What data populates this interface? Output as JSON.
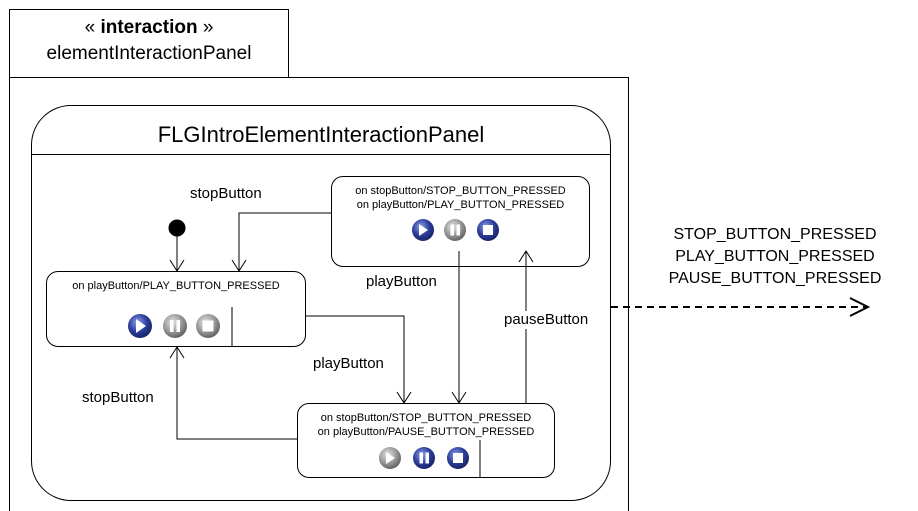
{
  "interface": {
    "stereotype_prefix": "« ",
    "stereotype_keyword": "interaction",
    "stereotype_suffix": " »",
    "name": "elementInteractionPanel"
  },
  "state_machine": {
    "title": "FLGIntroElementInteractionPanel"
  },
  "states": {
    "idle": {
      "actions": [
        "on playButton/PLAY_BUTTON_PRESSED"
      ],
      "buttons": [
        "play-icon",
        "pause-icon",
        "stop-icon"
      ]
    },
    "playing": {
      "actions": [
        "on stopButton/STOP_BUTTON_PRESSED",
        "on playButton/PAUSE_BUTTON_PRESSED"
      ],
      "buttons": [
        "play-icon",
        "pause-icon",
        "stop-icon"
      ]
    },
    "paused": {
      "actions": [
        "on stopButton/STOP_BUTTON_PRESSED",
        "on playButton/PLAY_BUTTON_PRESSED"
      ],
      "buttons": [
        "play-icon",
        "pause-icon",
        "stop-icon"
      ]
    }
  },
  "transitions": {
    "paused_to_idle": "stopButton",
    "paused_to_playing": "playButton",
    "idle_to_playing": "playButton",
    "playing_to_idle": "stopButton",
    "playing_to_paused": "pauseButton"
  },
  "external_events": [
    "STOP_BUTTON_PRESSED",
    "PLAY_BUTTON_PRESSED",
    "PAUSE_BUTTON_PRESSED"
  ],
  "colors": {
    "button_active": "#2c3e9a",
    "button_inactive": "#9a9a9a"
  }
}
